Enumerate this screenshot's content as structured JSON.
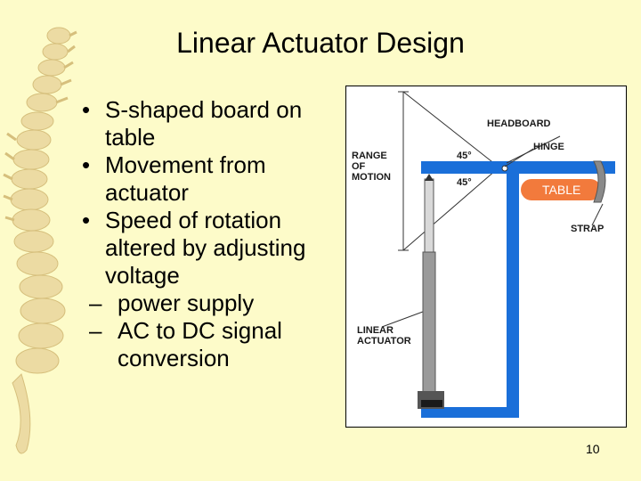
{
  "slide": {
    "title": "Linear Actuator Design",
    "page_number": "10"
  },
  "bullets": [
    "S-shaped board on table",
    "Movement from actuator",
    "Speed of rotation altered by adjusting voltage"
  ],
  "sub_bullets": [
    "power supply",
    "AC to DC signal conversion"
  ],
  "diagram": {
    "labels": {
      "headboard": "HEADBOARD",
      "hinge": "HINGE",
      "range_line1": "RANGE",
      "range_line2": "OF",
      "range_line3": "MOTION",
      "angle_top": "45°",
      "angle_bottom": "45°",
      "table": "TABLE",
      "strap": "STRAP",
      "actuator_line1": "LINEAR",
      "actuator_line2": "ACTUATOR"
    },
    "colors": {
      "frame_blue": "#1a6fd9",
      "table_orange": "#f27a3c",
      "strap_gray": "#8a8a8a"
    }
  },
  "colors": {
    "background": "#fdfbc9",
    "spine": "#e8d59a"
  }
}
